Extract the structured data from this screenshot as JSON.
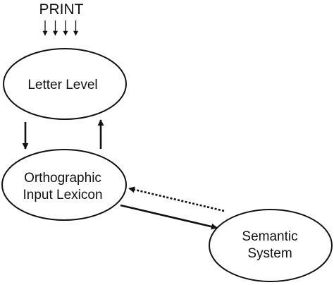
{
  "diagram": {
    "print_label": "PRINT",
    "print_arrow_count": 4,
    "nodes": [
      {
        "id": "letter-level",
        "lines": [
          "Letter Level"
        ]
      },
      {
        "id": "orthographic-input-lexicon",
        "lines": [
          "Orthographic",
          "Input Lexicon"
        ]
      },
      {
        "id": "semantic-system",
        "lines": [
          "Semantic",
          "System"
        ]
      }
    ],
    "edges": [
      {
        "from": "letter-level",
        "to": "orthographic-input-lexicon",
        "style": "solid"
      },
      {
        "from": "orthographic-input-lexicon",
        "to": "letter-level",
        "style": "solid"
      },
      {
        "from": "orthographic-input-lexicon",
        "to": "semantic-system",
        "style": "solid"
      },
      {
        "from": "semantic-system",
        "to": "orthographic-input-lexicon",
        "style": "dotted"
      }
    ],
    "colors": {
      "stroke": "#111111",
      "fill": "#ffffff",
      "background": "#ffffff"
    }
  }
}
